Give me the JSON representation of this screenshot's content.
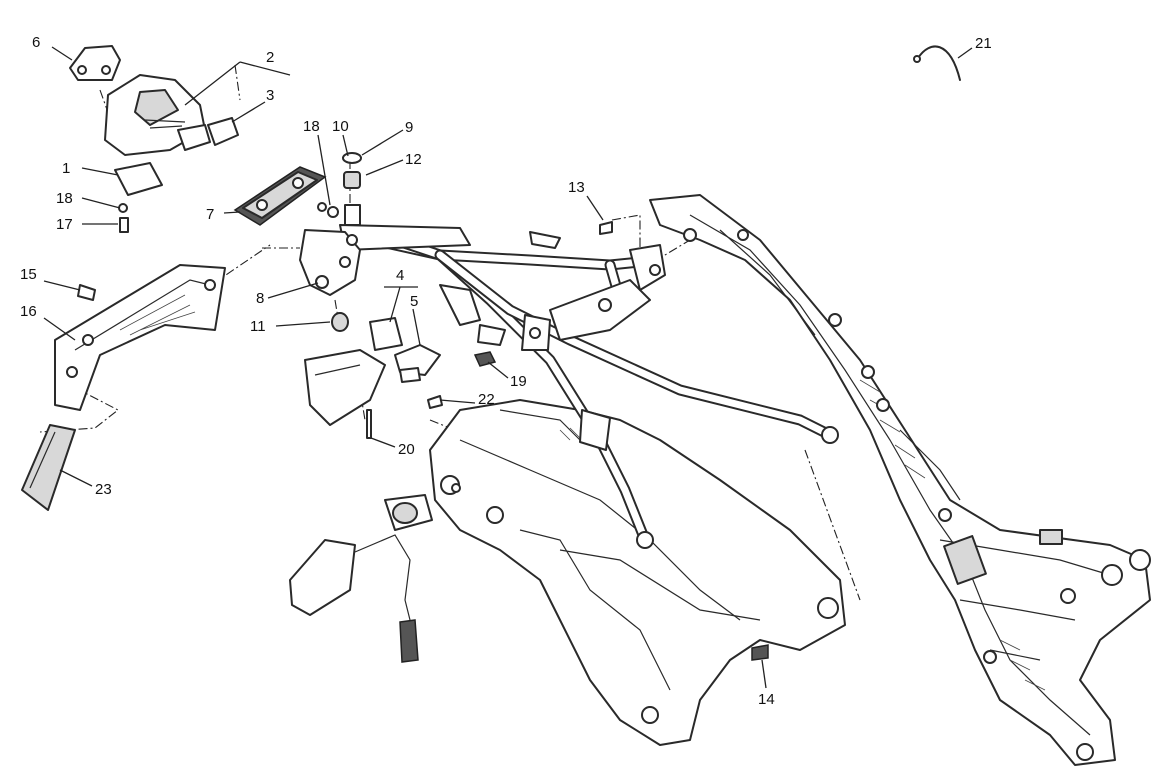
{
  "diagram": {
    "callouts": [
      {
        "id": "c1",
        "label": "1"
      },
      {
        "id": "c2",
        "label": "2"
      },
      {
        "id": "c3",
        "label": "3"
      },
      {
        "id": "c4",
        "label": "4"
      },
      {
        "id": "c5",
        "label": "5"
      },
      {
        "id": "c6",
        "label": "6"
      },
      {
        "id": "c7",
        "label": "7"
      },
      {
        "id": "c8",
        "label": "8"
      },
      {
        "id": "c9",
        "label": "9"
      },
      {
        "id": "c10",
        "label": "10"
      },
      {
        "id": "c11",
        "label": "11"
      },
      {
        "id": "c12",
        "label": "12"
      },
      {
        "id": "c13",
        "label": "13"
      },
      {
        "id": "c14",
        "label": "14"
      },
      {
        "id": "c15",
        "label": "15"
      },
      {
        "id": "c16",
        "label": "16"
      },
      {
        "id": "c17",
        "label": "17"
      },
      {
        "id": "c18a",
        "label": "18"
      },
      {
        "id": "c18b",
        "label": "18"
      },
      {
        "id": "c19",
        "label": "19"
      },
      {
        "id": "c20",
        "label": "20"
      },
      {
        "id": "c21",
        "label": "21"
      },
      {
        "id": "c22",
        "label": "22"
      },
      {
        "id": "c23",
        "label": "23"
      }
    ]
  }
}
